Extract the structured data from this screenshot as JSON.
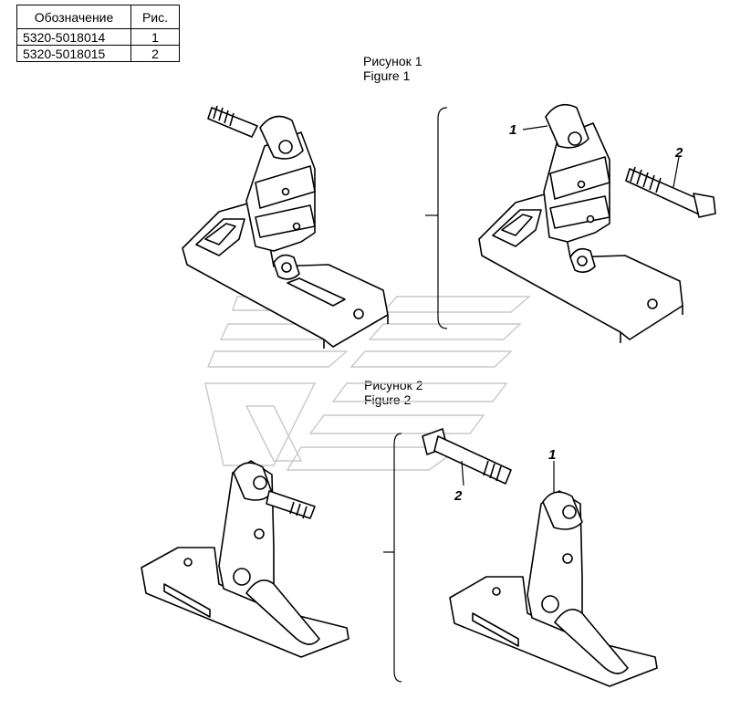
{
  "table": {
    "headers": [
      "Обозначение",
      "Рис."
    ],
    "rows": [
      {
        "code": "5320-5018014",
        "figure": "1"
      },
      {
        "code": "5320-5018015",
        "figure": "2"
      }
    ]
  },
  "figure1": {
    "caption_ru": "Рисунок 1",
    "caption_en": "Figure 1",
    "callouts": {
      "bracket": "1",
      "bolt": "2"
    }
  },
  "figure2": {
    "caption_ru": "Рисунок 2",
    "caption_en": "Figure 2",
    "callouts": {
      "bolt": "2",
      "bracket": "1"
    }
  }
}
